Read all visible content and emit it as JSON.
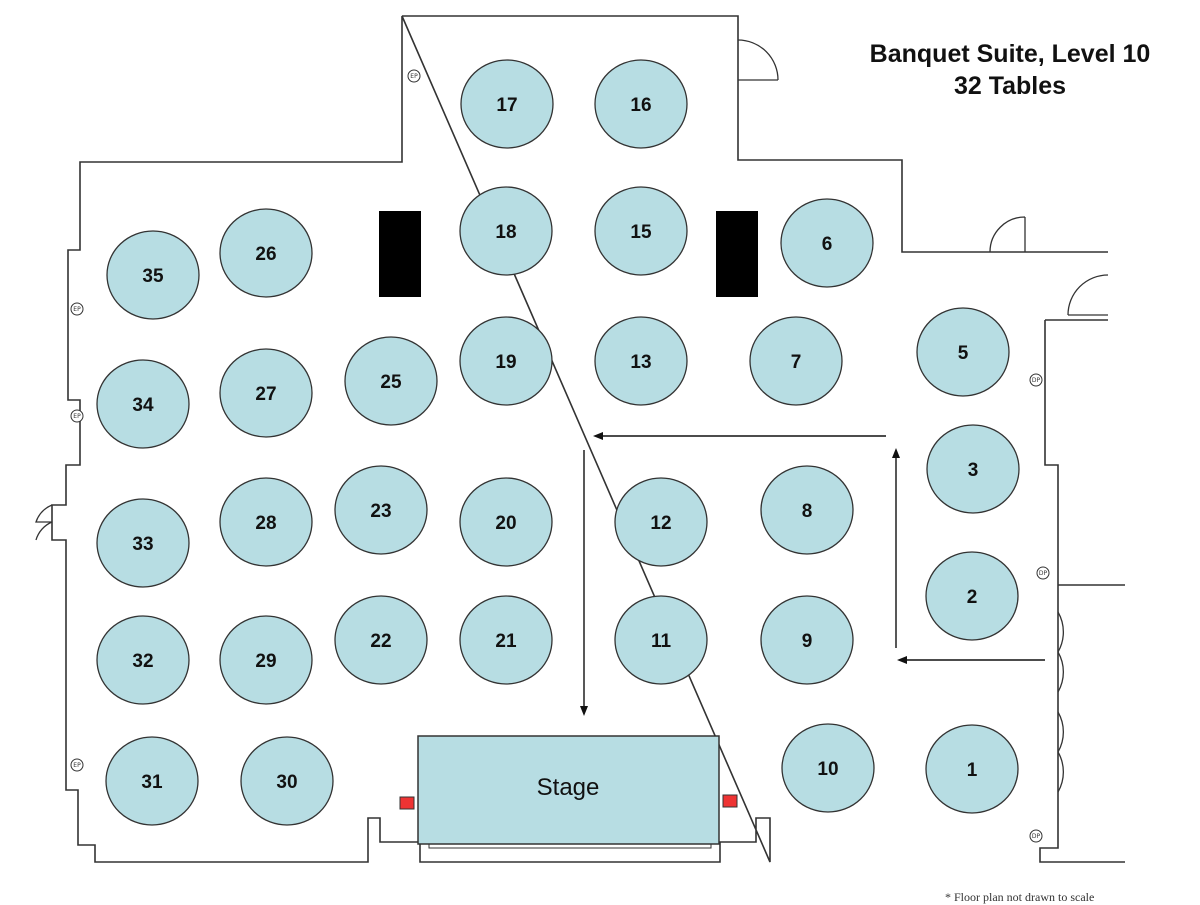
{
  "title": {
    "line1": "Banquet Suite, Level 10",
    "line2": "32 Tables"
  },
  "stage": {
    "label": "Stage"
  },
  "colors": {
    "table_fill": "#b7dde3",
    "wall": "#333333",
    "pillar": "#000000"
  },
  "tables": [
    "1",
    "2",
    "3",
    "5",
    "6",
    "7",
    "8",
    "9",
    "10",
    "11",
    "12",
    "13",
    "15",
    "16",
    "17",
    "18",
    "19",
    "20",
    "21",
    "22",
    "23",
    "25",
    "26",
    "27",
    "28",
    "29",
    "30",
    "31",
    "32",
    "33",
    "34",
    "35"
  ],
  "outlets": [
    "EP",
    "EP",
    "EP",
    "EP",
    "DP",
    "DP",
    "DP",
    "EP"
  ],
  "footnote": "* Floor plan not drawn to scale"
}
